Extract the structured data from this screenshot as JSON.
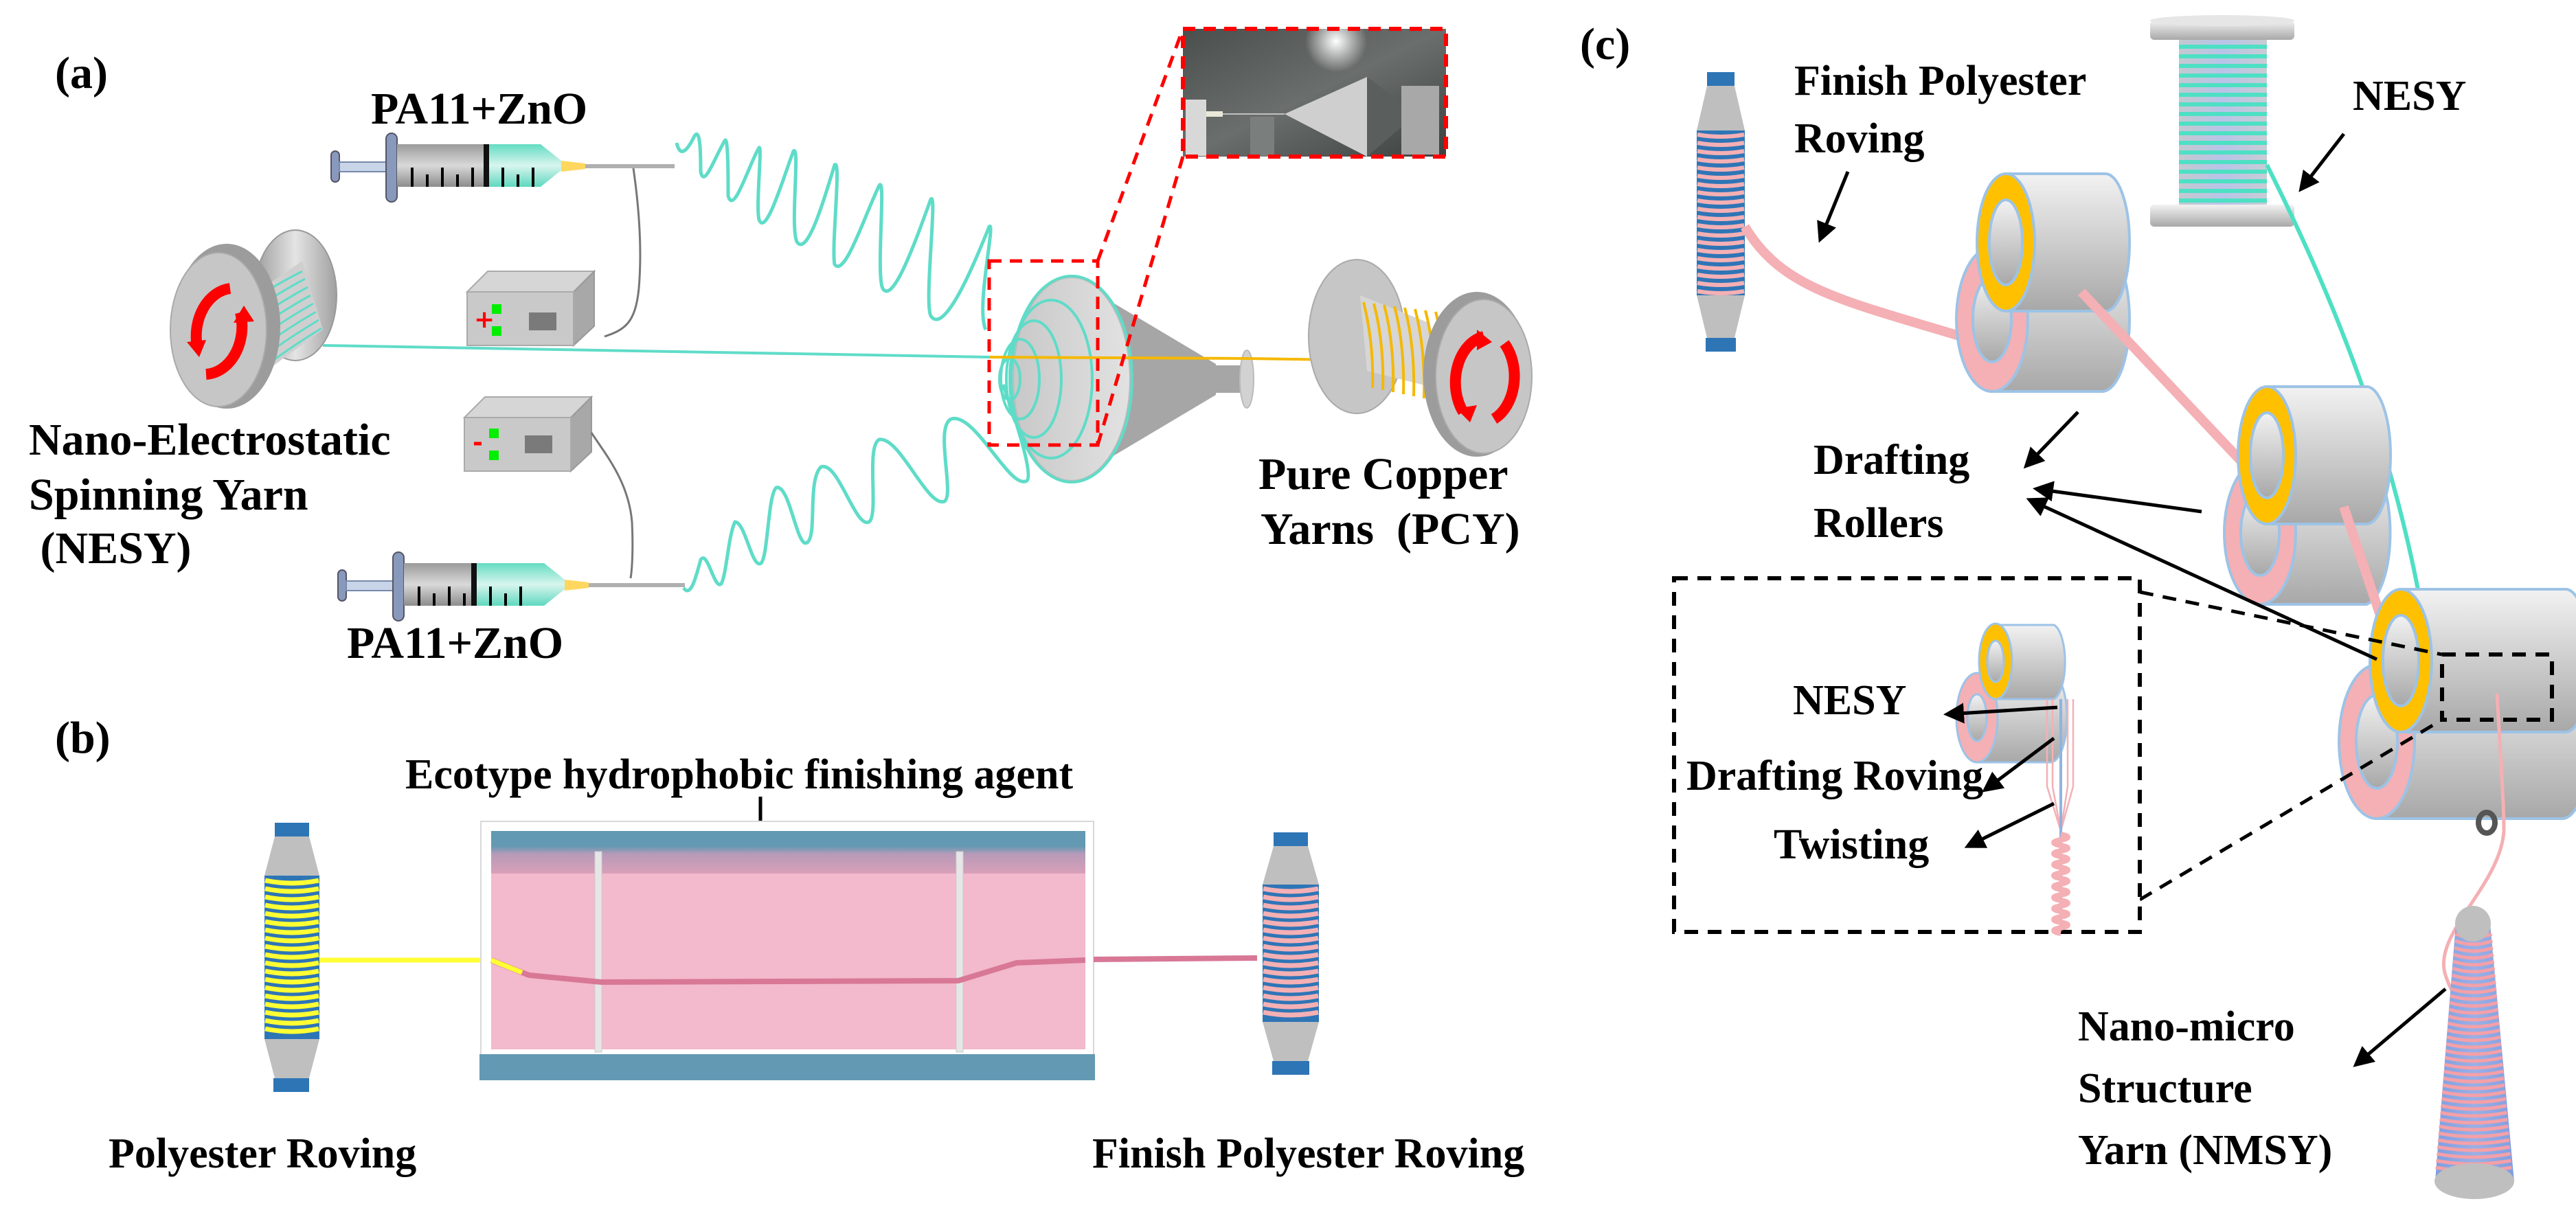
{
  "figure": {
    "panels": [
      {
        "id": "a",
        "label": "(a)"
      },
      {
        "id": "b",
        "label": "(b)"
      },
      {
        "id": "c",
        "label": "(c)"
      }
    ],
    "panel_a": {
      "syringe_top_label": "PA11+ZnO",
      "syringe_bottom_label": "PA11+ZnO",
      "nesy_label_lines": [
        "Nano-Electrostatic",
        "Spinning Yarn",
        " (NESY)"
      ],
      "pcy_label_lines": [
        "Pure Copper",
        "Yarns  (PCY)"
      ],
      "power_supply_top_sign": "+",
      "power_supply_bottom_sign": "-",
      "inset_description": "photo of spinning funnel"
    },
    "panel_b": {
      "agent_label": "Ecotype hydrophobic finishing agent",
      "input_label": "Polyester Roving",
      "output_label": "Finish Polyester Roving"
    },
    "panel_c": {
      "roving_label_lines": [
        "Finish Polyester",
        "Roving"
      ],
      "nesy_label": "NESY",
      "rollers_label_lines": [
        "Drafting",
        "Rollers"
      ],
      "inset_nesy_label": "NESY",
      "inset_drafting_label": "Drafting Roving",
      "inset_twisting_label": "Twisting",
      "product_label_lines": [
        "Nano-micro",
        "Structure",
        "Yarn (NMSY)"
      ]
    },
    "colors": {
      "nesy_fiber": "#5fdcc8",
      "copper": "#f5b800",
      "roller_ring_gold": "#ffc000",
      "roller_ring_pink": "#f4b0b0",
      "roving_pink": "#f4b0b4",
      "bobbin_blue": "#2e75b6",
      "bath_pink": "#f3b9cc",
      "bath_frame": "#6399b2",
      "yellow_roving": "#ffff33",
      "inset_dash_red": "#ff0000"
    }
  }
}
